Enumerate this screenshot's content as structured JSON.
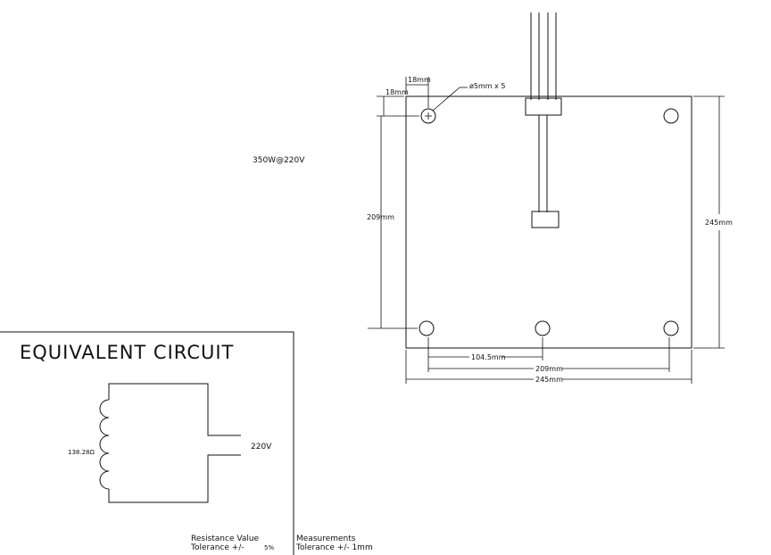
{
  "rating_label": "350W@220V",
  "plate": {
    "hole_note": "ø5mm x 5",
    "dim_top_offset": "18mm",
    "dim_left_offset": "18mm",
    "dim_hole_vertical": "209mm",
    "dim_height": "245mm",
    "dim_hole_half": "104.5mm",
    "dim_hole_horizontal": "209mm",
    "dim_width": "245mm"
  },
  "circuit": {
    "title": "EQUIVALENT CIRCUIT",
    "resistance": "138.28Ω",
    "voltage": "220V"
  },
  "notes": {
    "resistance_tolerance_line1": "Resistance Value",
    "resistance_tolerance_line2": "Tolerance +/-",
    "resistance_tolerance_value": "5%",
    "measurement_tolerance_line1": "Measurements",
    "measurement_tolerance_line2": "Tolerance +/- 1mm"
  }
}
